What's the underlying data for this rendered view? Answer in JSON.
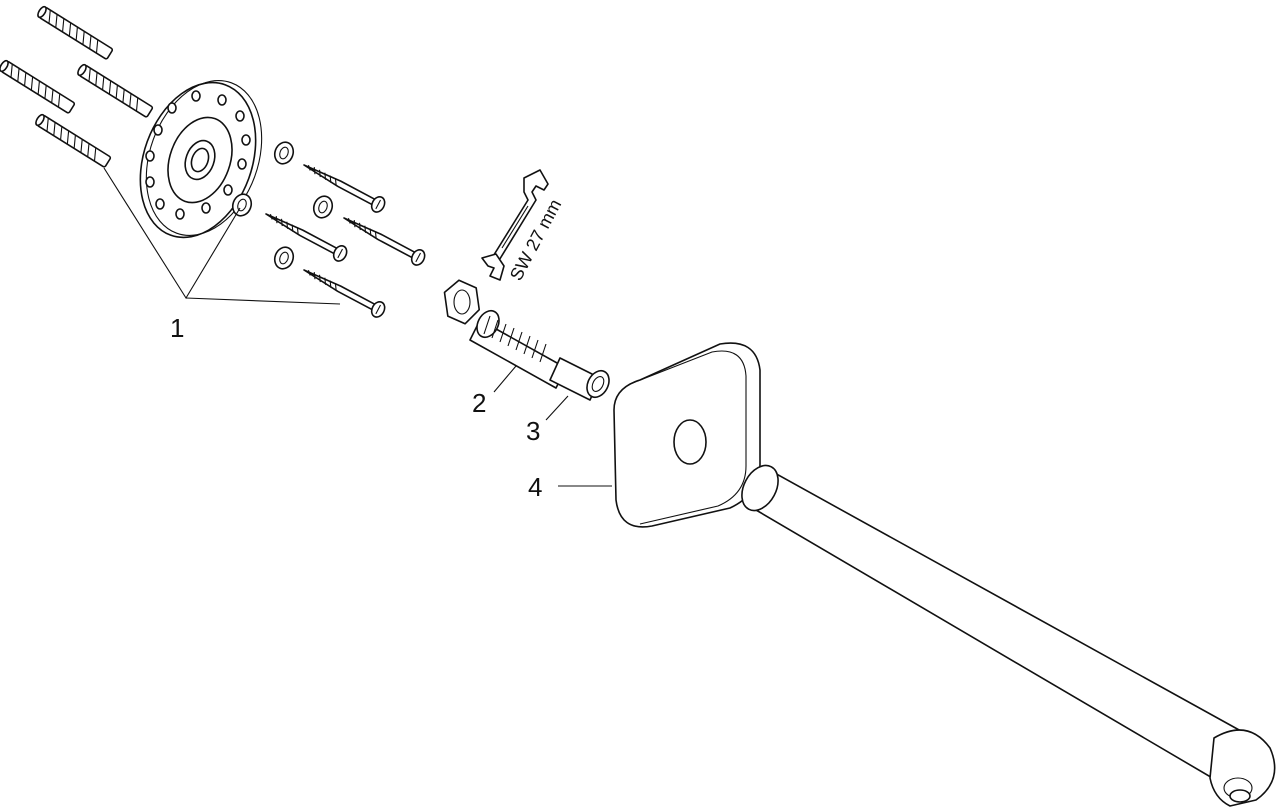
{
  "callouts": [
    {
      "id": "1",
      "label": "1"
    },
    {
      "id": "2",
      "label": "2"
    },
    {
      "id": "3",
      "label": "3"
    },
    {
      "id": "4",
      "label": "4"
    }
  ],
  "tool": {
    "label": "SW 27 mm"
  },
  "colors": {
    "ink": "#111111",
    "paper": "#ffffff"
  }
}
